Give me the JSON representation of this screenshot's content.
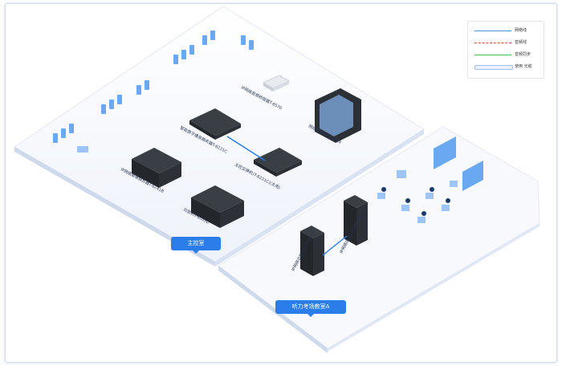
{
  "legend": [
    {
      "label": "网络线",
      "color": "#4a90e2",
      "style": "solid"
    },
    {
      "label": "音频线",
      "color": "#e24a4a",
      "style": "dashed"
    },
    {
      "label": "音频同步",
      "color": "#3cbf5a",
      "style": "solid"
    },
    {
      "label": "使用 光缆",
      "color": "#9fbff0",
      "style": "thick"
    }
  ],
  "zones": {
    "main_control": "主控室",
    "exam_room": "听力考场教室A"
  },
  "devices": {
    "ip_bridge": "IP网络音频桥接器T-6570",
    "monitor": "网络监视器T-6602X",
    "main_server": "智能数字播放服务器T-6221C",
    "core_switch": "主控交换机(T-6221C)(主用)",
    "recorder": "IP网络录像服务器T-6241B",
    "amp": "功放机T-6205D",
    "rack1": "IP网络功放T-6570(机柜)",
    "rack2": "IP网络功放T-6570(主机)"
  }
}
